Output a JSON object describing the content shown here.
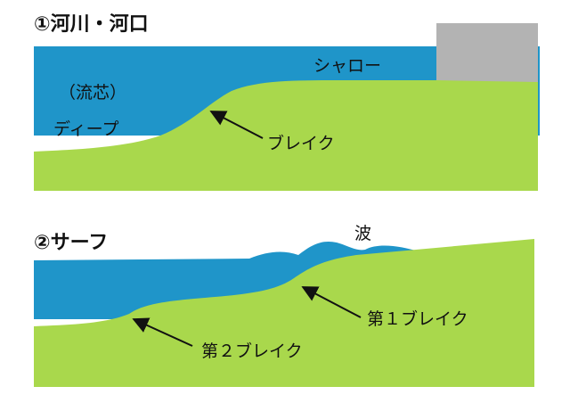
{
  "colors": {
    "water": "#1f95c9",
    "land": "#a9d84c",
    "structure": "#b3b3b3",
    "text": "#111111"
  },
  "panel1": {
    "title": "①河川・河口",
    "label_shallow": "シャロー",
    "label_current": "（流芯）",
    "label_deep": "ディープ",
    "label_break": "ブレイク"
  },
  "panel2": {
    "title": "②サーフ",
    "label_wave": "波",
    "label_break1": "第１ブレイク",
    "label_break2": "第２ブレイク"
  }
}
